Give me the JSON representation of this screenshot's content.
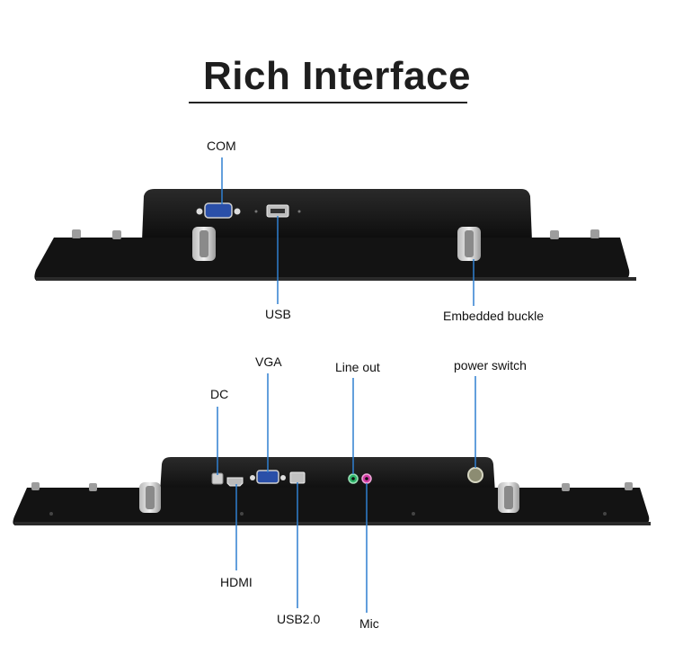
{
  "title": "Rich Interface",
  "labels": {
    "com": "COM",
    "usb": "USB",
    "buckle": "Embedded buckle",
    "vga": "VGA",
    "line_out": "Line out",
    "power_switch": "power switch",
    "dc": "DC",
    "hdmi": "HDMI",
    "usb2": "USB2.0",
    "mic": "Mic"
  },
  "colors": {
    "leader_line": "#2f7fd0",
    "panel": "#141414",
    "vga_port": "#2a4fa8",
    "line_out_port": "#2fb56b",
    "mic_port": "#d23aa4"
  }
}
